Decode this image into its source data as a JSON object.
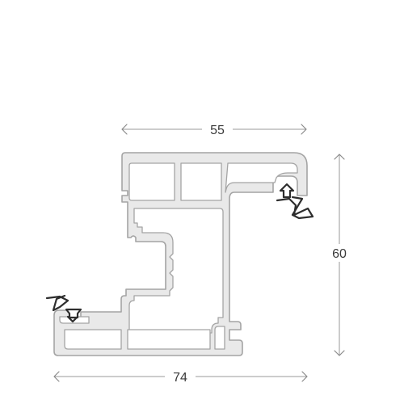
{
  "dimensions": {
    "top_width": "55",
    "bottom_width": "74",
    "height": "60"
  },
  "colors": {
    "profile_fill": "#e9e9e9",
    "profile_stroke": "#a4a4a4",
    "gasket_stroke": "#2e2e2e",
    "dimension_line": "#9a9a9a",
    "dimension_text": "#3a3a3a"
  }
}
